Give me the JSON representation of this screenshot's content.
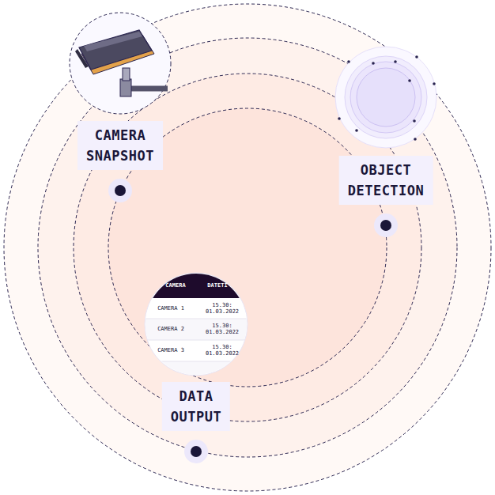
{
  "diagram": {
    "nodes": [
      {
        "text": [
          "CAMERA SNAPSHOT"
        ]
      },
      {
        "text": [
          "OBJECT DETECTION"
        ]
      },
      {
        "text": [
          "DATA OUTPUT"
        ]
      }
    ],
    "labels": [
      "CAMERA",
      "DATETI",
      "CAMERA 1",
      "15.30: 01.03.2022",
      "CAMERA 2",
      "15.30: 01.03.2022",
      "CAMERA 3",
      "15.30: 01.03.2022"
    ]
  }
}
